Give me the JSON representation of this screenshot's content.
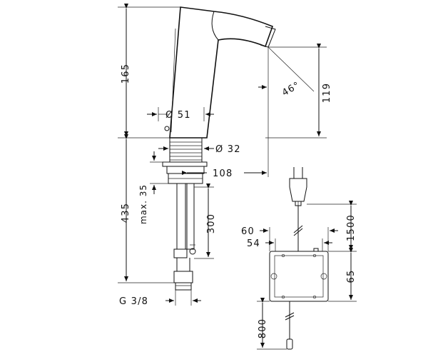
{
  "dimensions": {
    "height_165": "165",
    "height_119": "119",
    "angle_46": "46°",
    "dia_51": "Ø 51",
    "dia_32": "Ø 32",
    "reach_108": "108",
    "max_35": "max. 35",
    "total_435": "435",
    "hose_300": "300",
    "thread_g38": "G 3/8",
    "box_60": "60",
    "box_54": "54",
    "cable_1500": "1500",
    "box_65": "65",
    "cable_800": "800"
  }
}
